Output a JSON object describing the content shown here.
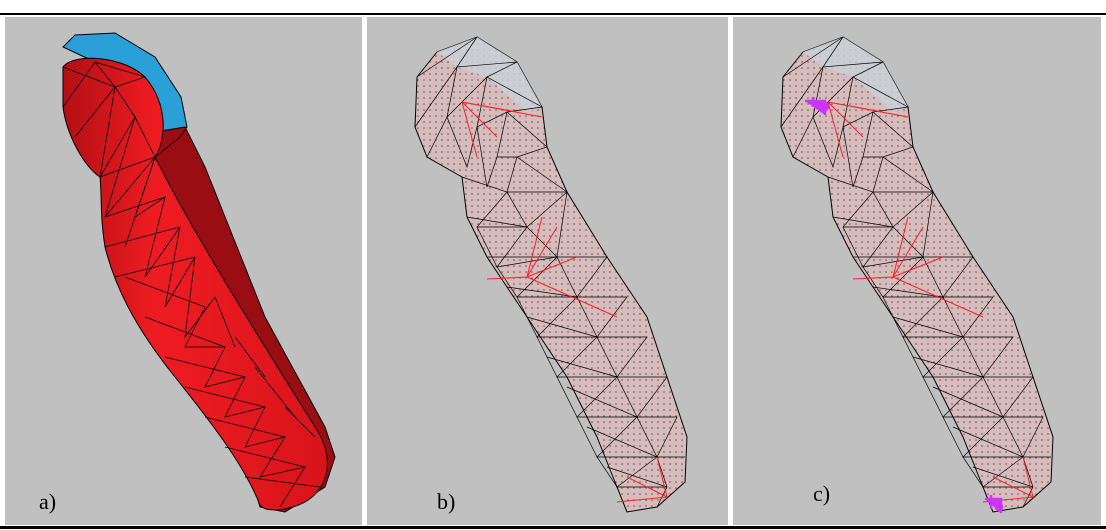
{
  "figure": {
    "panels": [
      {
        "label": "a)",
        "style": "solid-red-mesh",
        "cap_color": "#2a9fd8",
        "body_color": "#e8141c"
      },
      {
        "label": "b)",
        "style": "wireframe-dotted",
        "edge_color": "#000000",
        "highlight_color": "#ff2020"
      },
      {
        "label": "c)",
        "style": "wireframe-dotted-with-markers",
        "edge_color": "#000000",
        "highlight_color": "#ff2020",
        "marker_color": "#cc33ff"
      }
    ]
  }
}
